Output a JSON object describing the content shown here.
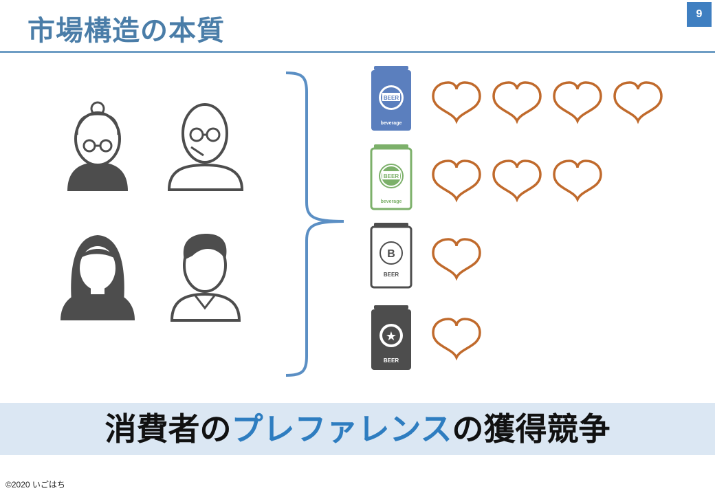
{
  "slide": {
    "title": "市場構造の本質",
    "page_number": "9"
  },
  "cans": [
    {
      "label_top": "BEER",
      "label_bottom": "beverage",
      "color": "#5b7fbe",
      "hearts": 4
    },
    {
      "label_top": "BEER",
      "label_bottom": "beverage",
      "color": "#7cb06a",
      "hearts": 3
    },
    {
      "label_top": "B",
      "label_bottom": "BEER",
      "color": "#4d4d4d",
      "hearts": 1
    },
    {
      "label_top": "★",
      "label_bottom": "BEER",
      "color": "#4d4d4d",
      "hearts": 1
    }
  ],
  "tagline": {
    "part1": "消費者の",
    "part2": "プレファレンス",
    "part3": "の獲得競争"
  },
  "footer": {
    "copyright": "©2020 いごはち"
  },
  "colors": {
    "title": "#4a7da8",
    "bracket": "#5b8fc4",
    "heart": "#c06a2c",
    "band": "#dbe7f3",
    "accent": "#2e7dc0",
    "person": "#4d4d4d"
  }
}
